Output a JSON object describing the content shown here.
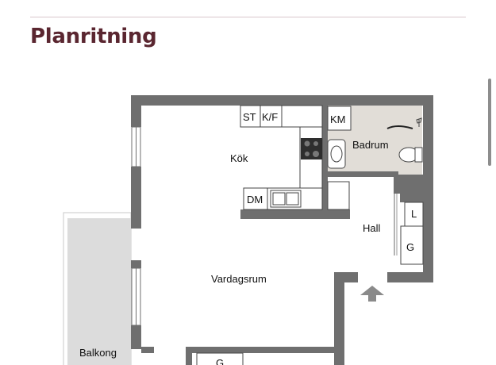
{
  "page": {
    "title": "Planritning"
  },
  "colors": {
    "title": "#5a2630",
    "wall": "#6f6f6f",
    "bathroom_floor": "#e1ddd7",
    "balcony_floor": "#dcdcdc",
    "rule": "#d9c6cb"
  },
  "floorplan": {
    "rooms": {
      "kitchen": "Kök",
      "bathroom": "Badrum",
      "hall": "Hall",
      "living": "Vardagsrum",
      "balcony": "Balkong"
    },
    "fixtures": {
      "stove": "ST",
      "fridge_freezer": "K/F",
      "dishwasher": "DM",
      "washing_machine": "KM",
      "linen": "L",
      "wardrobe_hall": "G",
      "wardrobe_bottom": "G"
    },
    "entrance_icon": "entrance-arrow-icon"
  }
}
